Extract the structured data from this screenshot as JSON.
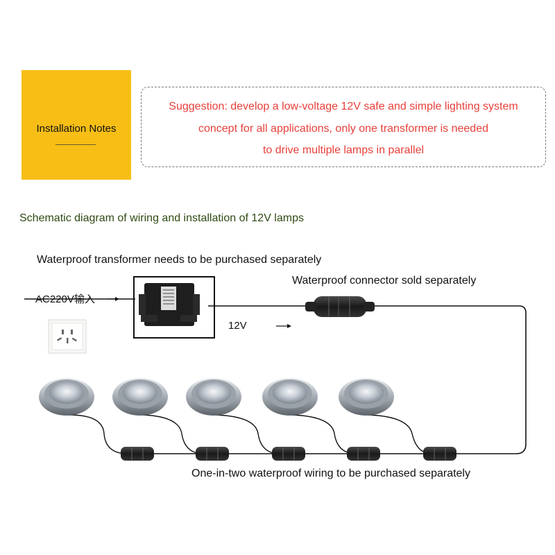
{
  "notes": {
    "title": "Installation Notes"
  },
  "suggestion": {
    "lines": [
      "Suggestion: develop a low-voltage 12V safe and simple lighting system",
      "concept for all applications, only one transformer is needed",
      "to drive multiple lamps in parallel"
    ]
  },
  "diagram": {
    "title": "Schematic diagram of wiring and installation of 12V lamps",
    "transformer_label": "Waterproof transformer needs to be purchased separately",
    "connector_label": "Waterproof connector sold separately",
    "input_label": "AC220V输入",
    "voltage_label": "12V",
    "splitter_label": "One-in-two waterproof wiring to be purchased separately",
    "lamp_count": 5,
    "splitter_count": 5
  },
  "colors": {
    "notes_bg": "#f7be16",
    "suggestion_text": "#e8403a",
    "schematic_title": "#2f4a13"
  }
}
